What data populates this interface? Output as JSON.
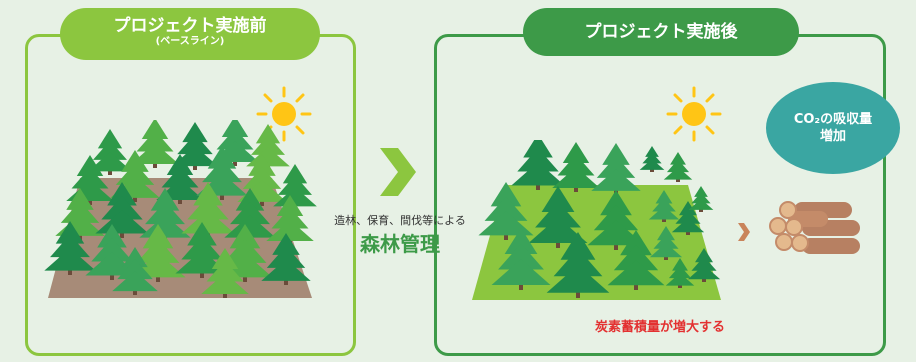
{
  "before": {
    "title": "プロジェクト実施前",
    "subtitle": "(ベースライン)"
  },
  "after": {
    "title": "プロジェクト実施後"
  },
  "management": {
    "small": "造林、保育、間伐等による",
    "big": "森林管理"
  },
  "co2": {
    "line1": "CO₂の吸収量",
    "line2": "増加"
  },
  "carbon": {
    "label": "炭素蓄積量が増大する"
  },
  "colors": {
    "light_green": "#8cc63f",
    "dark_green": "#3d9a48",
    "teal": "#3aa6a2",
    "red": "#e33131",
    "sun": "#ffc515",
    "soil": "#a78b78"
  }
}
